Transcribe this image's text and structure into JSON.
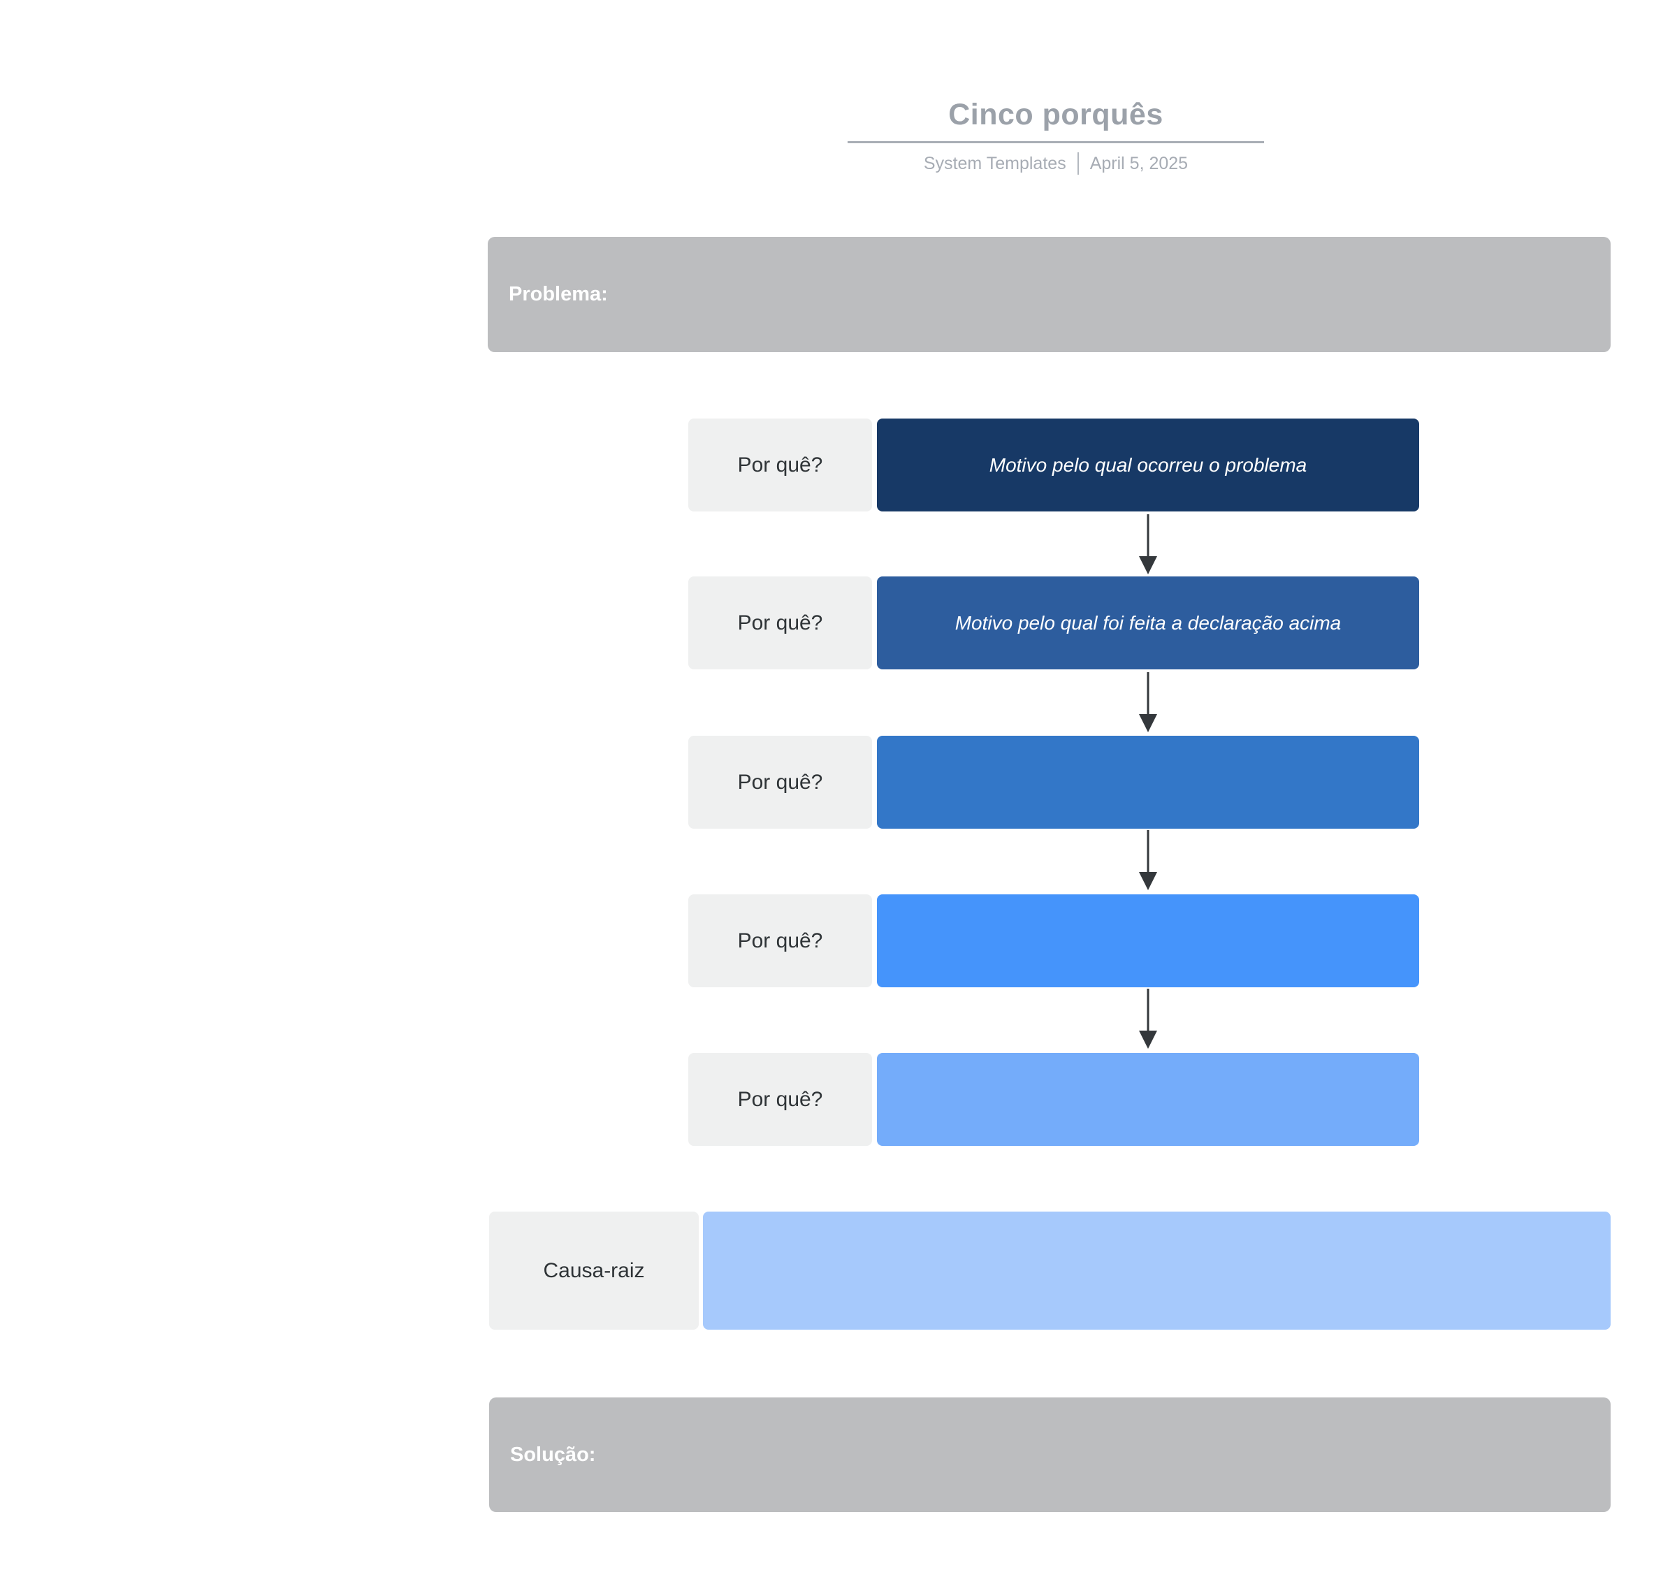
{
  "header": {
    "title": "Cinco porquês",
    "meta_author": "System Templates",
    "meta_date": "April 5, 2025"
  },
  "problem": {
    "label": "Problema:",
    "value": ""
  },
  "whys": [
    {
      "label": "Por quê?",
      "value": "Motivo pelo qual ocorreu o problema",
      "color": "#173966"
    },
    {
      "label": "Por quê?",
      "value": "Motivo pelo qual foi feita a declaração acima",
      "color": "#2d5d9e"
    },
    {
      "label": "Por quê?",
      "value": "",
      "color": "#3377c8"
    },
    {
      "label": "Por quê?",
      "value": "",
      "color": "#4594fb"
    },
    {
      "label": "Por quê?",
      "value": "",
      "color": "#74acfa"
    }
  ],
  "root_cause": {
    "label": "Causa-raiz",
    "value": "",
    "color": "#a6c9fc"
  },
  "solution": {
    "label": "Solução:",
    "value": ""
  },
  "colors": {
    "section_gray": "#bcbdbf",
    "label_gray": "#eff0f0",
    "arrow": "#34383c",
    "title_gray": "#9ba1a9"
  }
}
